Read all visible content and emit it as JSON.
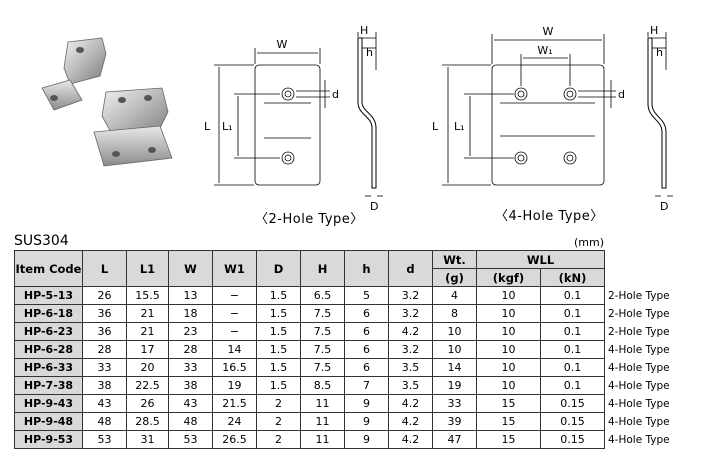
{
  "drawings": {
    "two_hole": {
      "caption": "〈2-Hole Type〉",
      "labels": {
        "W": "W",
        "L": "L",
        "L1": "L₁",
        "d": "d",
        "H": "H",
        "h": "h",
        "D": "D"
      }
    },
    "four_hole": {
      "caption": "〈4-Hole Type〉",
      "labels": {
        "W": "W",
        "W1": "W₁",
        "L": "L",
        "L1": "L₁",
        "d": "d",
        "H": "H",
        "h": "h",
        "D": "D"
      }
    }
  },
  "table": {
    "material": "SUS304",
    "unit": "(mm)",
    "headers": {
      "item_code": "Item Code",
      "L": "L",
      "L1": "L1",
      "W": "W",
      "W1": "W1",
      "D": "D",
      "H": "H",
      "h": "h",
      "d": "d",
      "wt": "Wt.",
      "wt_unit": "(g)",
      "wll": "WLL",
      "kgf": "(kgf)",
      "kn": "(kN)"
    },
    "rows": [
      {
        "code": "HP-5-13",
        "L": "26",
        "L1": "15.5",
        "W": "13",
        "W1": "−",
        "D": "1.5",
        "H": "6.5",
        "h": "5",
        "d": "3.2",
        "wt": "4",
        "kgf": "10",
        "kn": "0.1",
        "type": "2-Hole Type"
      },
      {
        "code": "HP-6-18",
        "L": "36",
        "L1": "21",
        "W": "18",
        "W1": "−",
        "D": "1.5",
        "H": "7.5",
        "h": "6",
        "d": "3.2",
        "wt": "8",
        "kgf": "10",
        "kn": "0.1",
        "type": "2-Hole Type"
      },
      {
        "code": "HP-6-23",
        "L": "36",
        "L1": "21",
        "W": "23",
        "W1": "−",
        "D": "1.5",
        "H": "7.5",
        "h": "6",
        "d": "4.2",
        "wt": "10",
        "kgf": "10",
        "kn": "0.1",
        "type": "2-Hole Type"
      },
      {
        "code": "HP-6-28",
        "L": "28",
        "L1": "17",
        "W": "28",
        "W1": "14",
        "D": "1.5",
        "H": "7.5",
        "h": "6",
        "d": "3.2",
        "wt": "10",
        "kgf": "10",
        "kn": "0.1",
        "type": "4-Hole Type"
      },
      {
        "code": "HP-6-33",
        "L": "33",
        "L1": "20",
        "W": "33",
        "W1": "16.5",
        "D": "1.5",
        "H": "7.5",
        "h": "6",
        "d": "3.5",
        "wt": "14",
        "kgf": "10",
        "kn": "0.1",
        "type": "4-Hole Type"
      },
      {
        "code": "HP-7-38",
        "L": "38",
        "L1": "22.5",
        "W": "38",
        "W1": "19",
        "D": "1.5",
        "H": "8.5",
        "h": "7",
        "d": "3.5",
        "wt": "19",
        "kgf": "10",
        "kn": "0.1",
        "type": "4-Hole Type"
      },
      {
        "code": "HP-9-43",
        "L": "43",
        "L1": "26",
        "W": "43",
        "W1": "21.5",
        "D": "2",
        "H": "11",
        "h": "9",
        "d": "4.2",
        "wt": "33",
        "kgf": "15",
        "kn": "0.15",
        "type": "4-Hole Type"
      },
      {
        "code": "HP-9-48",
        "L": "48",
        "L1": "28.5",
        "W": "48",
        "W1": "24",
        "D": "2",
        "H": "11",
        "h": "9",
        "d": "4.2",
        "wt": "39",
        "kgf": "15",
        "kn": "0.15",
        "type": "4-Hole Type"
      },
      {
        "code": "HP-9-53",
        "L": "53",
        "L1": "31",
        "W": "53",
        "W1": "26.5",
        "D": "2",
        "H": "11",
        "h": "9",
        "d": "4.2",
        "wt": "47",
        "kgf": "15",
        "kn": "0.15",
        "type": "4-Hole Type"
      }
    ]
  }
}
